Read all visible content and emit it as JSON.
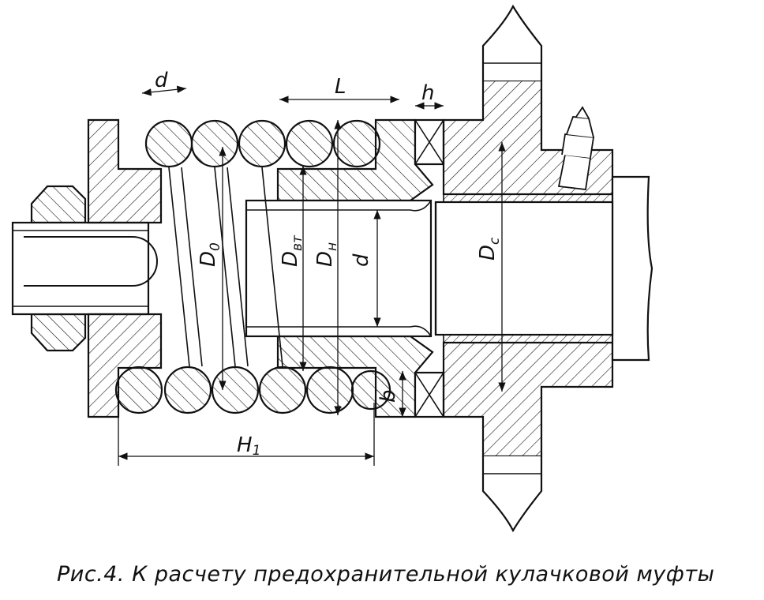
{
  "labels": {
    "d_wire": "d",
    "L": "L",
    "h": "h",
    "D0": "D",
    "D0_sub": "0",
    "Dvt": "D",
    "Dvt_sub": "вт",
    "Dn": "D",
    "Dn_sub": "н",
    "d_shaft": "d",
    "Dc": "D",
    "Dc_sub": "c",
    "b": "b",
    "H1": "H",
    "H1_sub": "1"
  },
  "caption": "Рис.4.  К расчету  предохранительной  кулачковой  муфты",
  "colors": {
    "line": "#111111",
    "background": "#ffffff"
  }
}
